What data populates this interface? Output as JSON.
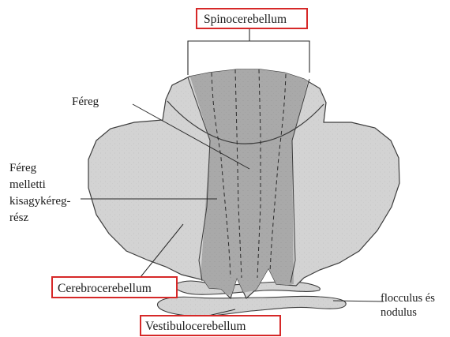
{
  "labels": {
    "spinocerebellum": "Spinocerebellum",
    "fereg": "Féreg",
    "fereg_melletti": [
      "Féreg",
      "melletti",
      "kisagykéreg-",
      "rész"
    ],
    "cerebrocerebellum": "Cerebrocerebellum",
    "vestibulocerebellum": "Vestibulocerebellum",
    "flocculus": [
      "flocculus és",
      "nodulus"
    ]
  },
  "colors": {
    "hemisphere_fill": "#d3d3d3",
    "vermis_fill": "#a9a9a9",
    "outline": "#3c3c3c",
    "highlight_box": "#d62828"
  }
}
